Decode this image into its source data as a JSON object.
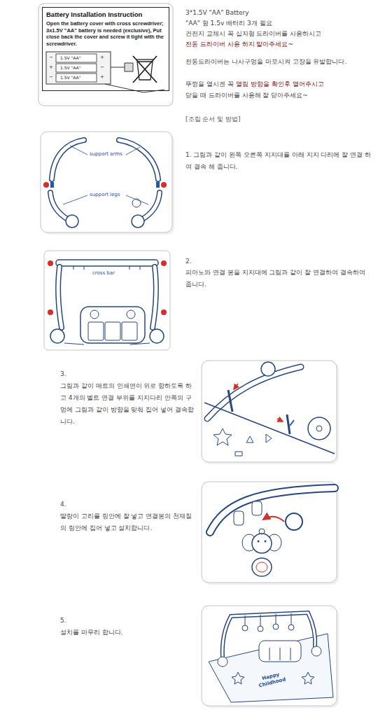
{
  "diagram": {
    "nodes": [
      {
        "text": [
          "Battery Installation Instruction",
          "Open the battery cover with cross screwdriver; 3x1.5V \"AA\" battery is needed (exclusive), Put close back the cover and screw it tight with the screwdriver."
        ]
      }
    ],
    "labels": [
      "3*1.5V \"AA\" Battery",
      "\"AA\" 형 1.5v 배터리 3개 필요",
      "건전지 교체시 꼭 십자형 드라이버를 사용하시고",
      "전동 드라이버 사용 하지 말아주세요~",
      "전동드라이버는 나사구멍을 마모시켜 고장을 유발합니다.",
      "뚜껑을 열시겐 꼭",
      "열림 방향을 확인후 열어주시고",
      "닫을 때 드라이버를 사용해 잘 닫아주세요~",
      "[조립 순서 및 방법]",
      "1. 그림과 같이 왼쪽 오른쪽 지지대를 아래 지지 다리에 잘 연결 하여 결속 해 줍니다.",
      "support arms",
      "support legs",
      "2.",
      "피아노와 연결 봉을 지지대에 그림과 같이 잘 연결하여 결속하여 줍니다.",
      "cross bar",
      "3.",
      "그림과 같이 매트의 인쇄면이 위로 향하도록 하고 4개의 벨트 연결 부위를 지지다리 안쪽의 구멍에 그림과 같이 방향을 맞춰 집어 넣어 결속합니다.",
      "4.",
      "딸랑이 고리를 링안에 잘 넣고 연결봉의 천재질의 링안에 집어 넣고 설치합니다.",
      "5.",
      "설치를 마무리 합니다.",
      "Happy Childhood",
      "−",
      "1.5V \"AA\"",
      "+",
      "+",
      "1.5V \"AA\"",
      "−",
      "−",
      "1.5V \"AA\"",
      "+"
    ]
  }
}
